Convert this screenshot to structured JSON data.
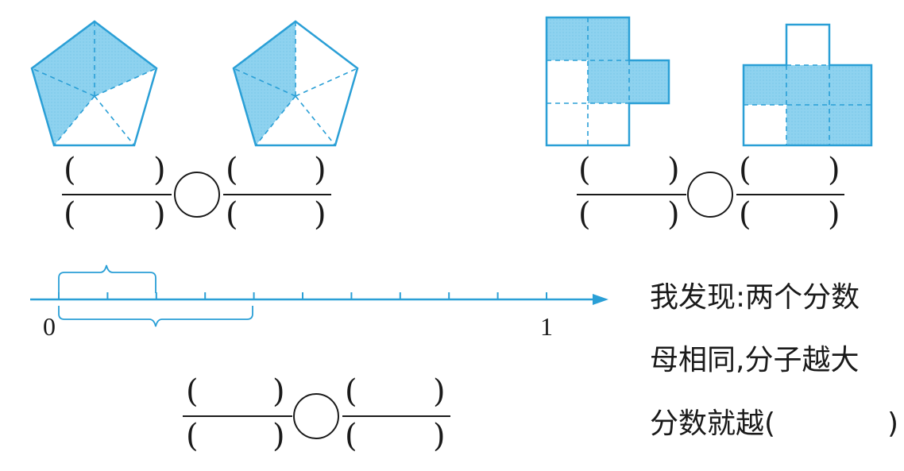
{
  "exercise": {
    "blank_left": "(",
    "blank_right": ")",
    "number_line": {
      "start_label": "0",
      "end_label": "1",
      "divisions": 10
    },
    "discovery": {
      "line1": "我发现:两个分数",
      "line2": "母相同,分子越大",
      "line3": "分数就越(",
      "line3_close": ")"
    },
    "colors": {
      "accent": "#2a9fd6",
      "fill": "#8ed2ef"
    }
  }
}
